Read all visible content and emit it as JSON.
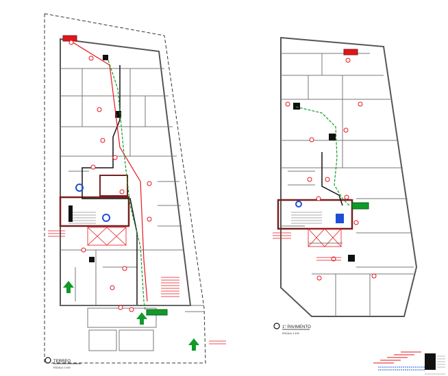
{
  "floors": [
    {
      "id": "ground",
      "caption": "TERREO",
      "scale": "ESCALA: 1:100"
    },
    {
      "id": "first",
      "caption": "1° PAVIMENTO",
      "scale": "ESCALA: 1:100"
    }
  ],
  "colors": {
    "wall": "#555555",
    "red": "#e5141b",
    "green": "#119a2a",
    "dark": "#111111",
    "blue": "#1a4fd6",
    "stair_outline": "#7a1e1e"
  },
  "icons": [
    "exit-sign-icon",
    "fire-extinguisher-icon",
    "emergency-light-icon",
    "exit-arrow-icon",
    "hydrant-icon"
  ]
}
